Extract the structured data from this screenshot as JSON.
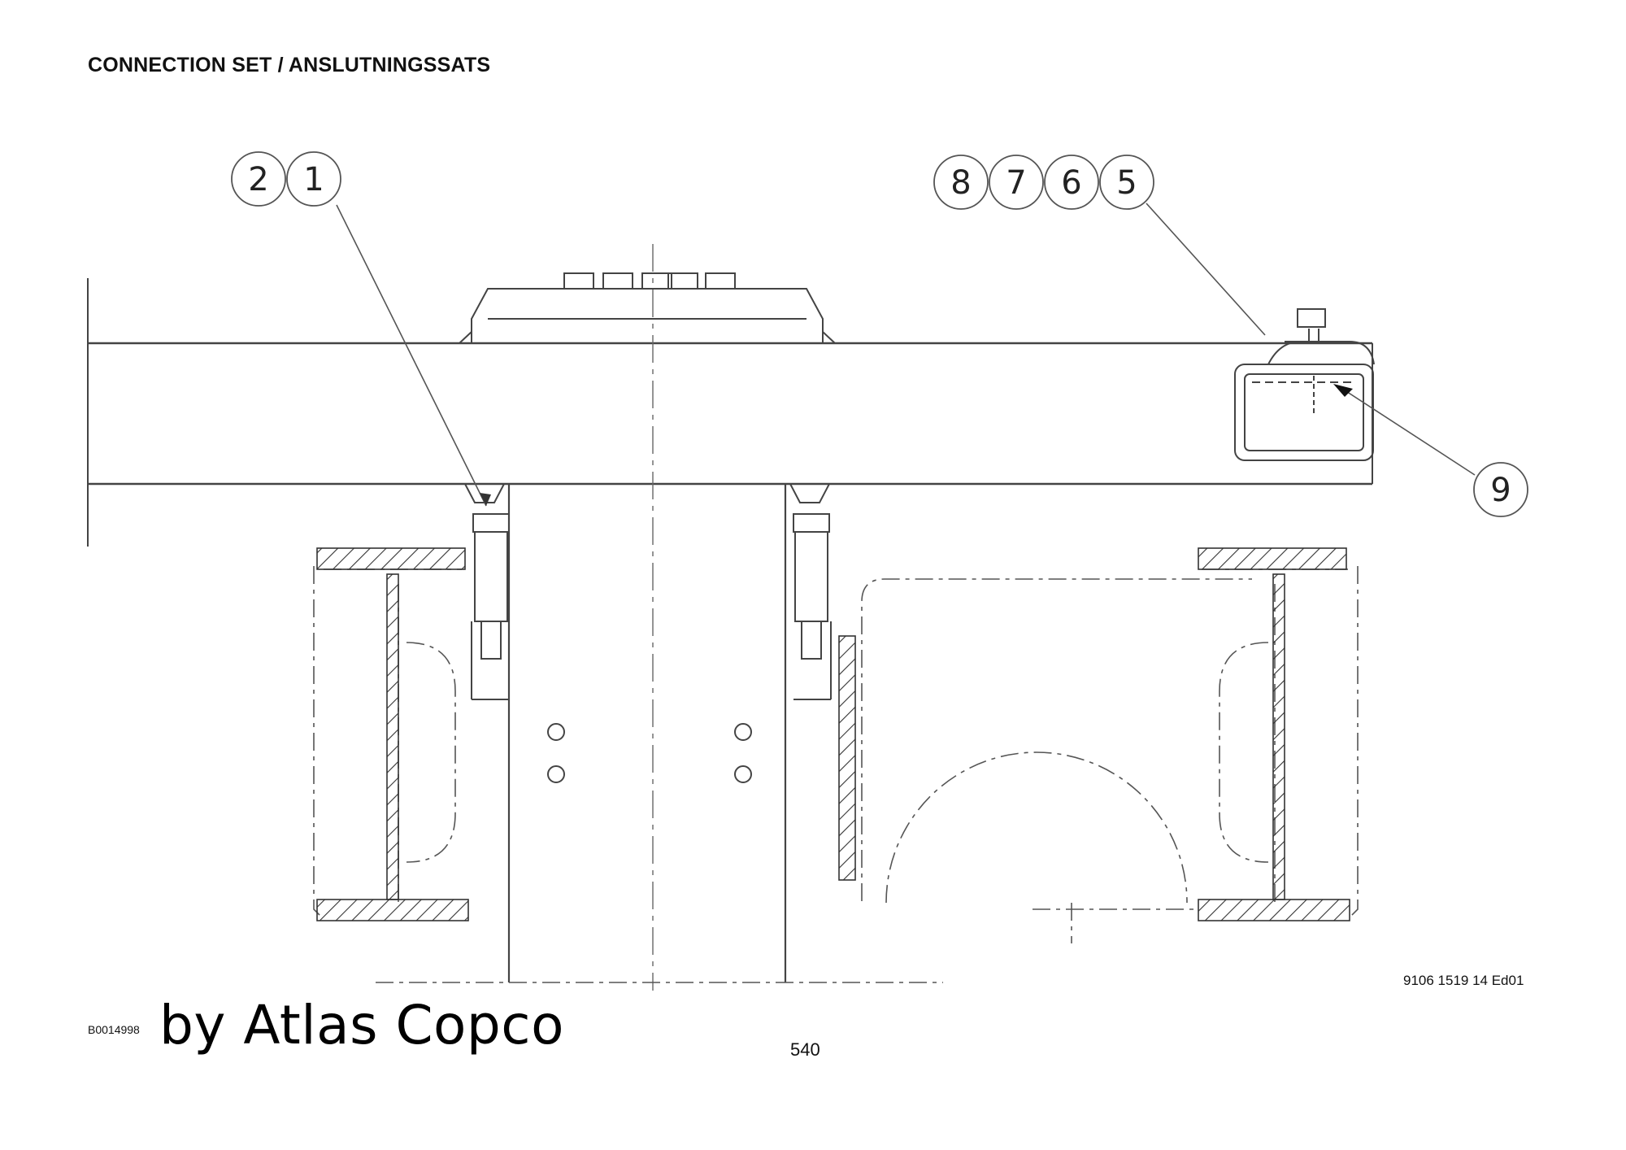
{
  "header": {
    "title": "CONNECTION SET / ANSLUTNINGSSATS"
  },
  "footer": {
    "doc_number": "9106 1519 14 Ed01",
    "drawing_id": "B0014998",
    "brand": "by Atlas Copco",
    "page_number": "540"
  },
  "callouts": {
    "c1": "1",
    "c2": "2",
    "c5": "5",
    "c6": "6",
    "c7": "7",
    "c8": "8",
    "c9": "9"
  }
}
